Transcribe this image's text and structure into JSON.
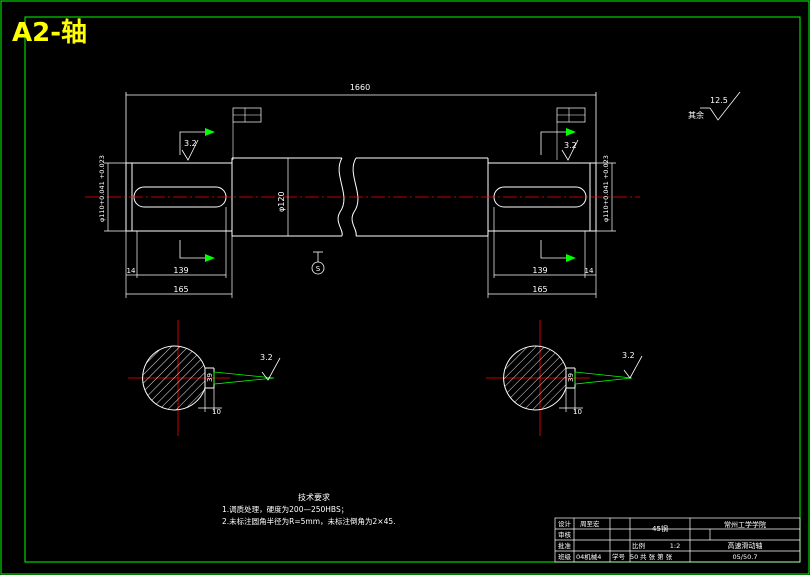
{
  "sheet_label": "A2-轴",
  "dimensions": {
    "overall_length": "1660",
    "mid_diameter": "φ120",
    "left_end_diameter": "φ110+0.041 +0.023",
    "right_end_diameter": "φ110+0.041 +0.023",
    "left_keyway_length": "139",
    "right_keyway_length": "139",
    "left_shoulder": "165",
    "right_shoulder": "165",
    "left_offset": "14",
    "right_offset": "14",
    "left_section_depth": "39",
    "right_section_depth": "39",
    "left_section_width": "10",
    "right_section_width": "10"
  },
  "roughness": {
    "general": "12.5",
    "general_note": "其余",
    "left_journal": "3.2",
    "right_journal": "3.2",
    "left_section": "3.2",
    "right_section": "3.2"
  },
  "datum_symbol": "S",
  "tech_requirements": {
    "title": "技术要求",
    "line1": "1.调质处理，硬度为200—250HBS；",
    "line2": "2.未标注圆角半径为R=5mm，未标注倒角为2×45."
  },
  "title_block": {
    "designer_label": "设计",
    "designer_name": "周至宏",
    "checker_label": "审核",
    "approver_label": "批准",
    "material": "45钢",
    "scale_label": "比例",
    "scale_value": "1:2",
    "school": "常州工学学院",
    "part_name": "高速滑动轴",
    "drawing_no": "05/50.7",
    "sheet_info_label": "共 张 第 张",
    "class_label": "班级",
    "class_value": "04机械4",
    "student_label": "学号",
    "student_value": "50"
  },
  "colors": {
    "background": "#000000",
    "outline": "#ffffff",
    "frame": "#00ff00",
    "centerline": "#ff0000",
    "arrow": "#00ff00",
    "badge": "#ffff00"
  }
}
